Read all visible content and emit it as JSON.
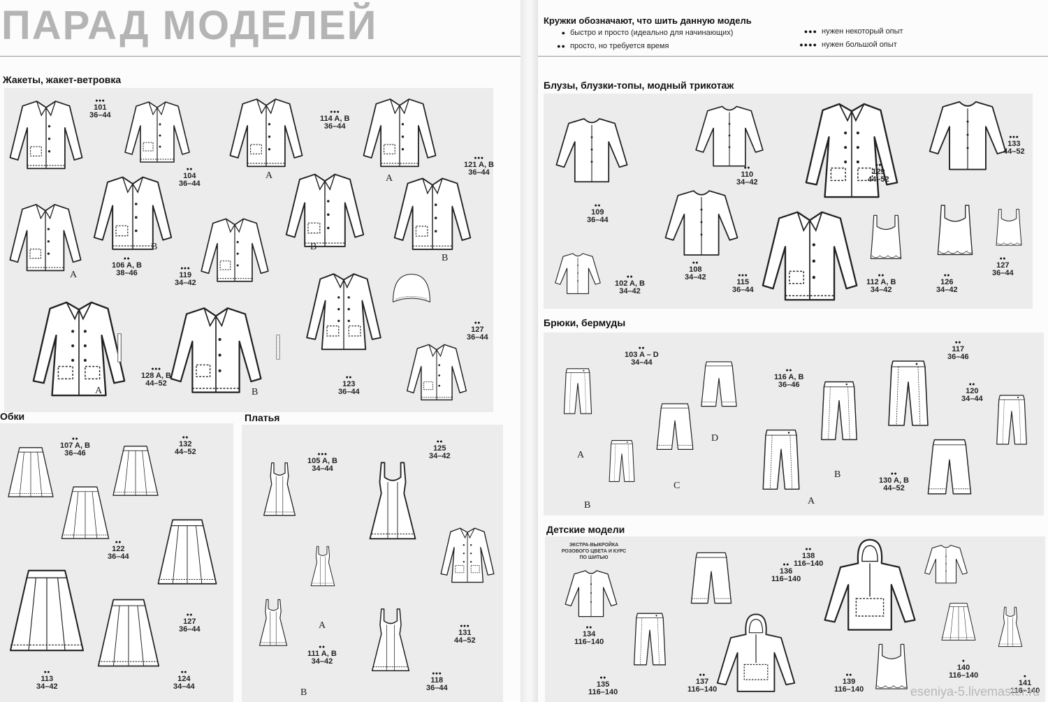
{
  "title": "ПАРАД МОДЕЛЕЙ",
  "legend": {
    "heading": "Кружки обозначают, что шить данную модель",
    "items": [
      {
        "dots": "●",
        "text": "быстро и просто (идеально для начинающих)"
      },
      {
        "dots": "●●",
        "text": "просто, но требуется время"
      },
      {
        "dots": "●●●",
        "text": "нужен некоторый опыт"
      },
      {
        "dots": "●●●●",
        "text": "нужен большой опыт"
      }
    ]
  },
  "sections": {
    "jackets": "Жакеты, жакет-ветровка",
    "skirts": "Обки",
    "dresses": "Платья",
    "blouses": "Блузы, блузки-топы, модный трикотаж",
    "trousers": "Брюки, бермуды",
    "kids": "Детские модели"
  },
  "kids_note": "ЭКСТРА-ВЫКРОЙКА РОЗОВОГО ЦВЕТА И КУРС ПО ШИТЬЮ",
  "watermark": "eseniya-5.livemaster.ru",
  "jackets": [
    {
      "dots": "●●●",
      "num": "101",
      "sizes": "36–44"
    },
    {
      "dots": "●●",
      "num": "104",
      "sizes": "36–44"
    },
    {
      "dots": "●●●",
      "num": "114 A, B",
      "sizes": "36–44"
    },
    {
      "dots": "●●●",
      "num": "121 A, B",
      "sizes": "36–44"
    },
    {
      "dots": "●●",
      "num": "106 A, B",
      "sizes": "38–46"
    },
    {
      "dots": "●●●",
      "num": "119",
      "sizes": "34–42"
    },
    {
      "dots": "●●",
      "num": "127",
      "sizes": "36–44"
    },
    {
      "dots": "●●●",
      "num": "128 A, B",
      "sizes": "44–52"
    },
    {
      "dots": "●●",
      "num": "123",
      "sizes": "36–44"
    }
  ],
  "skirts": [
    {
      "dots": "●●",
      "num": "107 A, B",
      "sizes": "36–46"
    },
    {
      "dots": "●●",
      "num": "132",
      "sizes": "44–52"
    },
    {
      "dots": "●●",
      "num": "122",
      "sizes": "36–44"
    },
    {
      "dots": "●●",
      "num": "127",
      "sizes": "36–44"
    },
    {
      "dots": "●●",
      "num": "113",
      "sizes": "34–42"
    },
    {
      "dots": "●●",
      "num": "124",
      "sizes": "34–44"
    }
  ],
  "dresses": [
    {
      "dots": "●●●",
      "num": "105 A, B",
      "sizes": "34–44"
    },
    {
      "dots": "●●",
      "num": "125",
      "sizes": "34–42"
    },
    {
      "dots": "●●",
      "num": "111 A, B",
      "sizes": "34–42"
    },
    {
      "dots": "●●●",
      "num": "131",
      "sizes": "44–52"
    },
    {
      "dots": "●●●",
      "num": "118",
      "sizes": "36–44"
    }
  ],
  "blouses": [
    {
      "dots": "●●",
      "num": "109",
      "sizes": "36–44"
    },
    {
      "dots": "●●",
      "num": "110",
      "sizes": "34–42"
    },
    {
      "dots": "●●",
      "num": "129",
      "sizes": "44–52"
    },
    {
      "dots": "●●●",
      "num": "133",
      "sizes": "44–52"
    },
    {
      "dots": "●●",
      "num": "102 A, B",
      "sizes": "34–42"
    },
    {
      "dots": "●●",
      "num": "108",
      "sizes": "34–42"
    },
    {
      "dots": "●●●",
      "num": "115",
      "sizes": "36–44"
    },
    {
      "dots": "●●",
      "num": "112 A, B",
      "sizes": "34–42"
    },
    {
      "dots": "●●",
      "num": "126",
      "sizes": "34–42"
    },
    {
      "dots": "●●",
      "num": "127",
      "sizes": "36–44"
    }
  ],
  "trousers": [
    {
      "dots": "●●",
      "num": "103 A – D",
      "sizes": "34–44"
    },
    {
      "dots": "●●",
      "num": "116 A, B",
      "sizes": "36–46"
    },
    {
      "dots": "●●",
      "num": "117",
      "sizes": "36–46"
    },
    {
      "dots": "●●",
      "num": "120",
      "sizes": "34–44"
    },
    {
      "dots": "●●",
      "num": "130 A, B",
      "sizes": "44–52"
    }
  ],
  "kids": [
    {
      "dots": "●●",
      "num": "136",
      "sizes": "116–140"
    },
    {
      "dots": "●●",
      "num": "138",
      "sizes": "116–140"
    },
    {
      "dots": "●●",
      "num": "134",
      "sizes": "116–140"
    },
    {
      "dots": "●●",
      "num": "135",
      "sizes": "116–140"
    },
    {
      "dots": "●●",
      "num": "137",
      "sizes": "116–140"
    },
    {
      "dots": "●●",
      "num": "139",
      "sizes": "116–140"
    },
    {
      "dots": "●",
      "num": "140",
      "sizes": "116–140"
    },
    {
      "dots": "●",
      "num": "141",
      "sizes": "116–140"
    }
  ],
  "variants": {
    "a": "A",
    "b": "B",
    "c": "C",
    "d": "D"
  }
}
